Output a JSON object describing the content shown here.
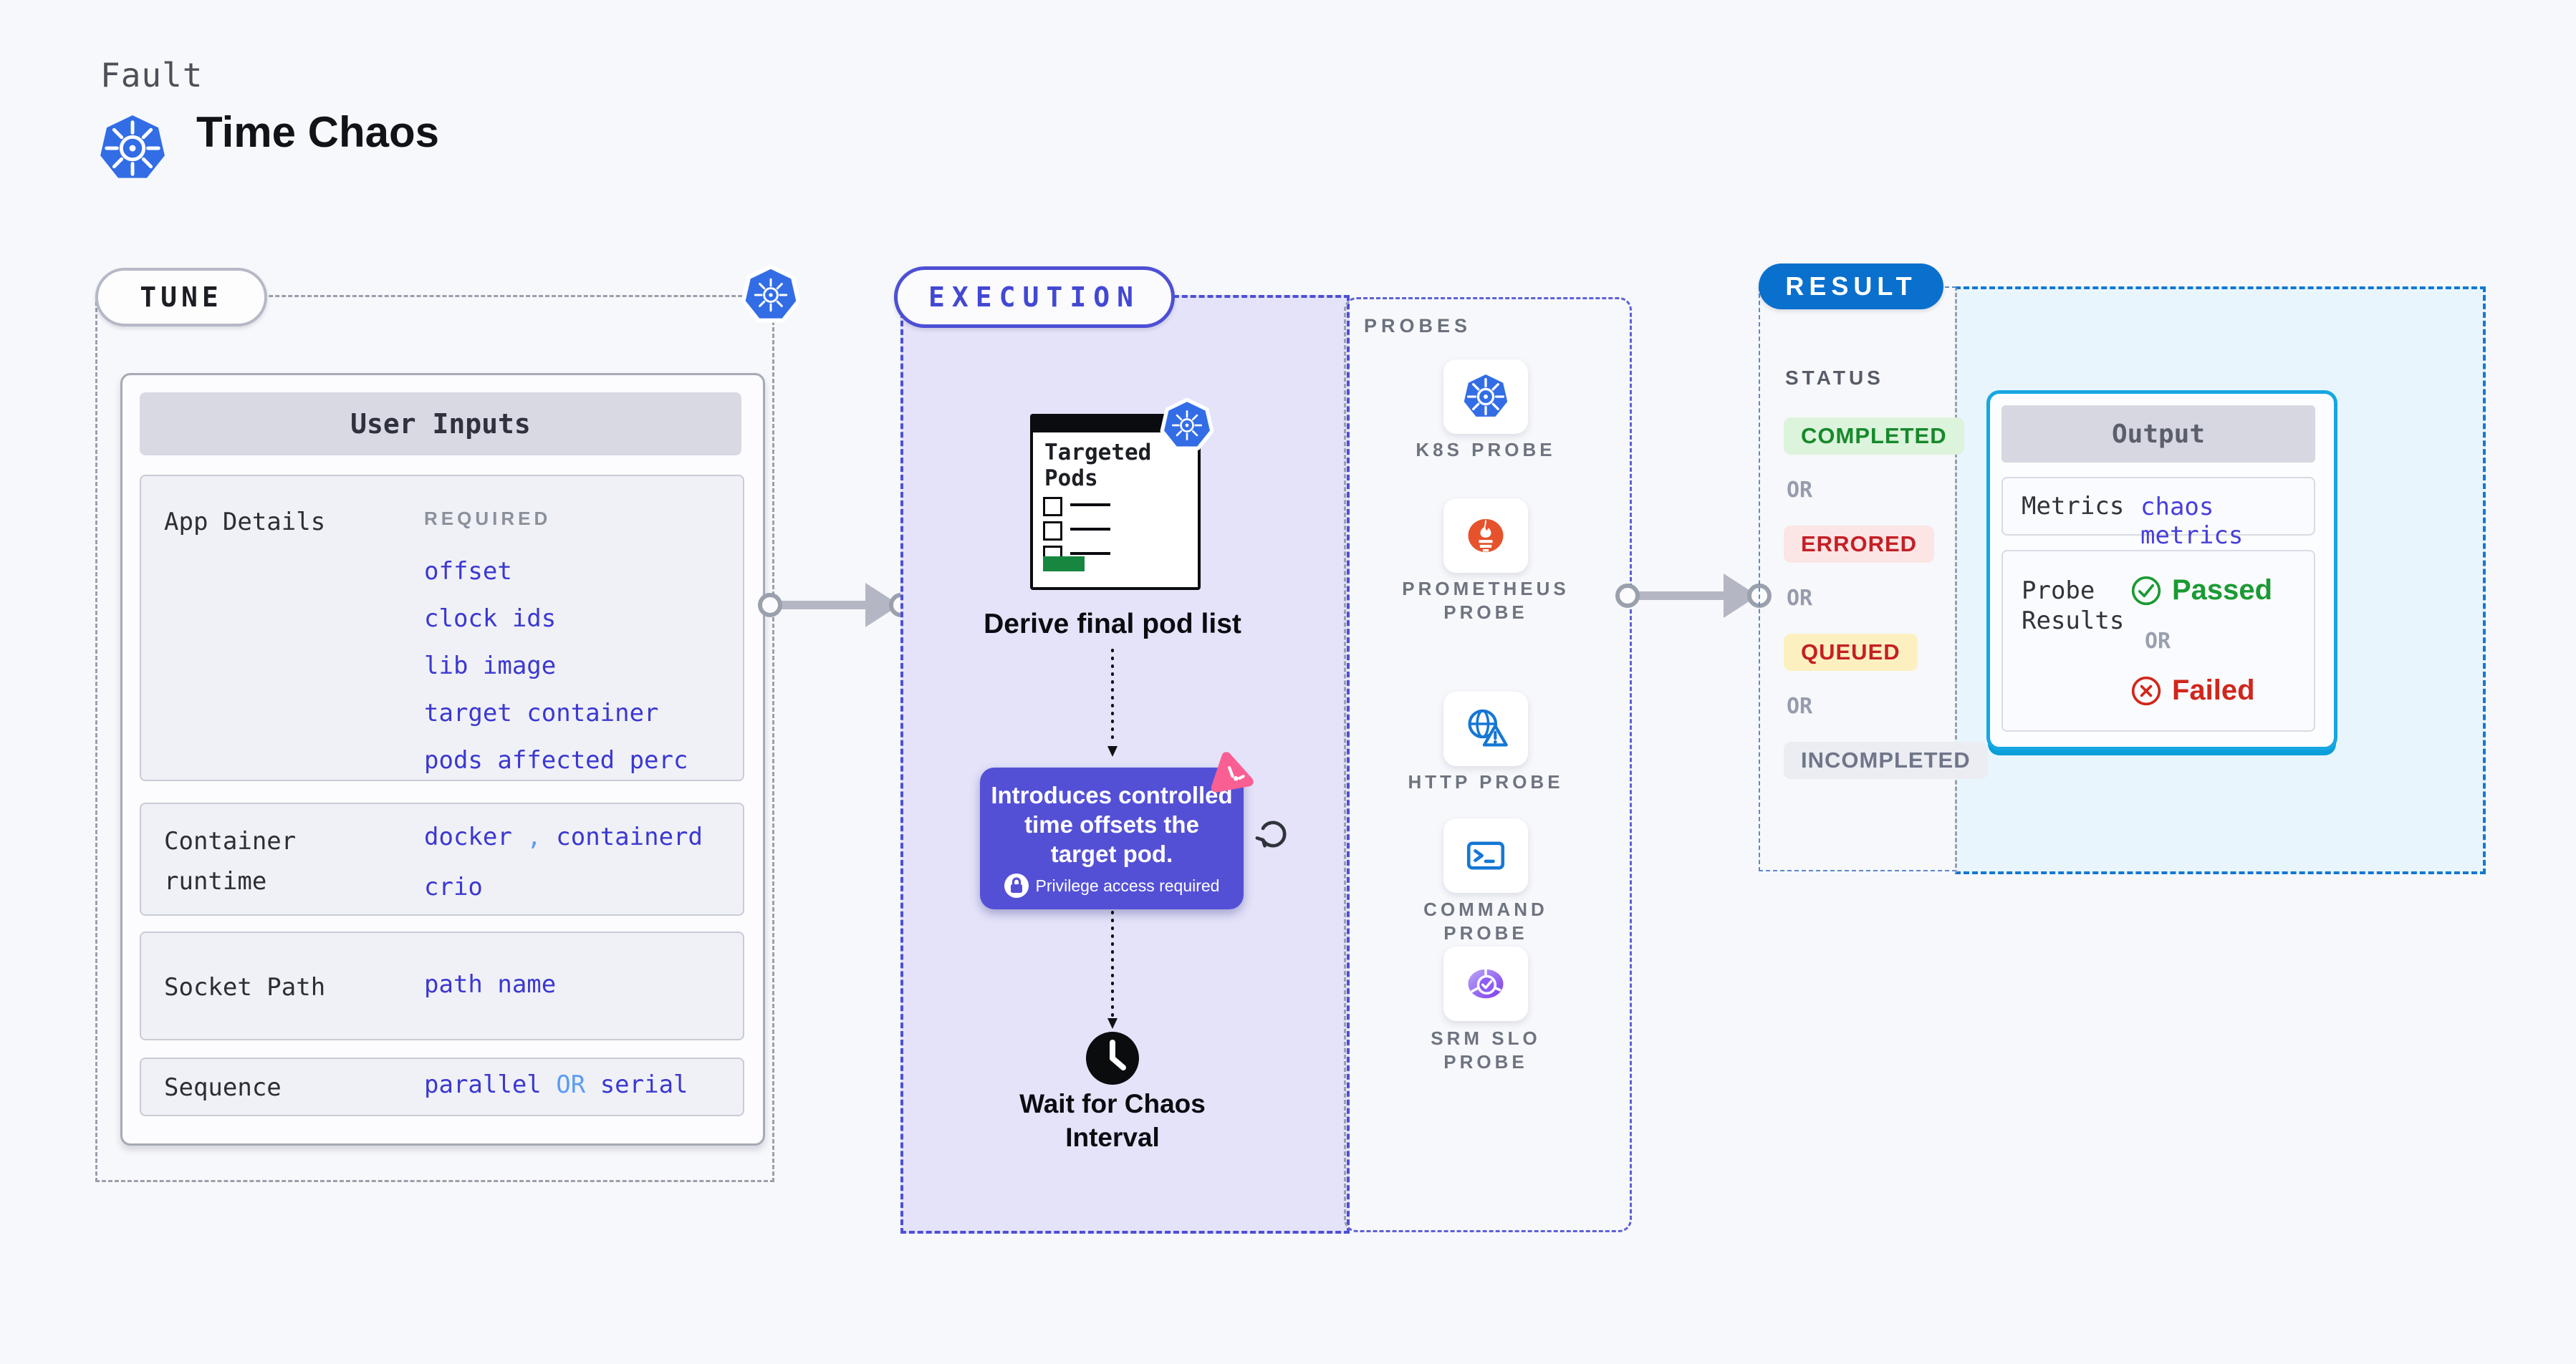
{
  "colors": {
    "kubernetes_blue": "#326de6",
    "execution_indigo": "#4d50d4",
    "execution_bg": "#e4e3fa",
    "tooltip_purple": "#5450d6",
    "litmus_pink": "#fa5f93",
    "result_pill_blue": "#0a70cd",
    "result_border_blue": "#1478d2",
    "output_border_cyan": "#16a7e2",
    "output_bg": "#e8f5fc",
    "link_indigo": "#3b38d1",
    "link_light_blue": "#5b9cf1",
    "completed_green": "#16892b",
    "errored_red": "#c32026",
    "passed_green": "#1b9a33",
    "failed_red": "#d1261b"
  },
  "header": {
    "eyebrow": "Fault",
    "title": "Time Chaos"
  },
  "tune": {
    "pill": "TUNE",
    "table_title": "User Inputs",
    "app_details": {
      "label": "App Details",
      "required": "REQUIRED",
      "links": [
        "offset",
        "clock ids",
        "lib image",
        "target container",
        "pods affected perc"
      ]
    },
    "runtime": {
      "label": "Container runtime",
      "docker": "docker",
      "comma": ",",
      "containerd": "containerd",
      "crio": "crio"
    },
    "socket": {
      "label": "Socket Path",
      "value": "path name"
    },
    "sequence": {
      "label": "Sequence",
      "option_a": "parallel",
      "or": "OR",
      "option_b": "serial"
    }
  },
  "execution": {
    "pill": "EXECUTION",
    "pods_card_title": "Targeted Pods",
    "derive_caption": "Derive final pod list",
    "tooltip": {
      "line1": "Introduces controlled",
      "line2": "time offsets the",
      "line3": "target pod.",
      "badge": "Privilege access required"
    },
    "wait": {
      "line1": "Wait for Chaos",
      "line2": "Interval"
    }
  },
  "probes": {
    "title": "PROBES",
    "items": [
      {
        "icon": "kubernetes-icon",
        "lines": [
          "K8S PROBE",
          ""
        ]
      },
      {
        "icon": "prometheus-icon",
        "lines": [
          "PROMETHEUS",
          "PROBE"
        ]
      },
      {
        "icon": "globe-warning-icon",
        "lines": [
          "HTTP PROBE",
          ""
        ]
      },
      {
        "icon": "terminal-icon",
        "lines": [
          "COMMAND",
          "PROBE"
        ]
      },
      {
        "icon": "slo-pie-icon",
        "lines": [
          "SRM SLO",
          "PROBE"
        ]
      }
    ]
  },
  "result": {
    "pill": "RESULT",
    "status_title": "STATUS",
    "or": "OR",
    "statuses": [
      {
        "label": "COMPLETED"
      },
      {
        "label": "ERRORED"
      },
      {
        "label": "QUEUED"
      },
      {
        "label": "INCOMPLETED"
      }
    ],
    "output": {
      "title": "Output",
      "metrics_label": "Metrics",
      "metrics_value": "chaos metrics",
      "probe_results_label": "Probe Results",
      "passed": "Passed",
      "or": "OR",
      "failed": "Failed"
    }
  }
}
